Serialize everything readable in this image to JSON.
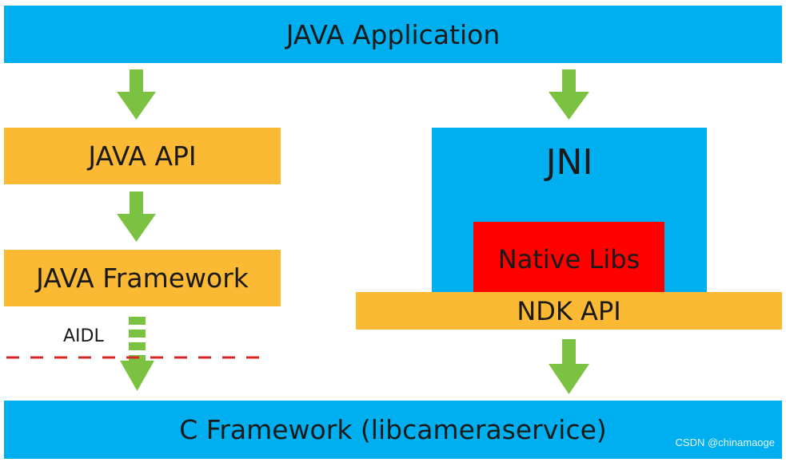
{
  "diagram": {
    "title": "Android camera architecture layers",
    "nodes": {
      "java_application": {
        "label": "JAVA Application",
        "color": "#00AFEF"
      },
      "java_api": {
        "label": "JAVA API",
        "color": "#FCB934"
      },
      "java_framework": {
        "label": "JAVA Framework",
        "color": "#FCB934"
      },
      "jni": {
        "label": "JNI",
        "color": "#00AFEF"
      },
      "native_libs": {
        "label": "Native Libs",
        "color": "#FF0000"
      },
      "ndk_api": {
        "label": "NDK API",
        "color": "#FCB934"
      },
      "c_framework": {
        "label": "C Framework (libcameraservice)",
        "color": "#00AFEF"
      }
    },
    "edges": [
      {
        "from": "java_application",
        "to": "java_api",
        "style": "solid"
      },
      {
        "from": "java_api",
        "to": "java_framework",
        "style": "solid"
      },
      {
        "from": "java_framework",
        "to": "c_framework",
        "style": "dashed",
        "label": "AIDL"
      },
      {
        "from": "java_application",
        "to": "jni",
        "style": "solid"
      },
      {
        "from": "ndk_api",
        "to": "c_framework",
        "style": "solid"
      }
    ],
    "boundary": {
      "style": "dashed",
      "color": "#D42A2A"
    },
    "arrow_color": "#7CC242",
    "aidl_label": "AIDL"
  },
  "watermark": "CSDN @chinamaoge"
}
